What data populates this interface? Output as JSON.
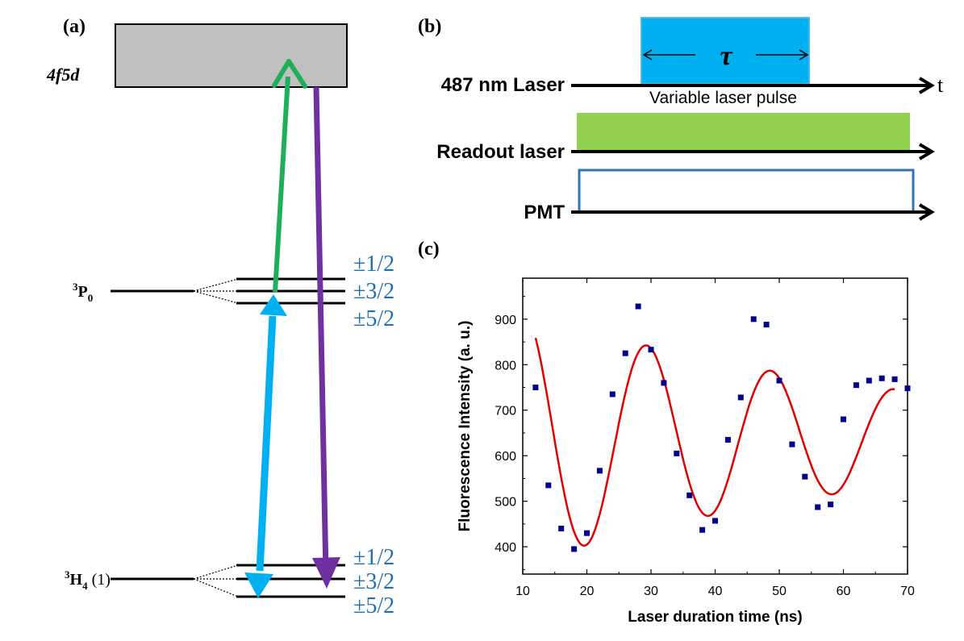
{
  "panel_a": {
    "label": "(a)",
    "band_label": "4f5d",
    "p0_label_main": "P",
    "p0_label_sup": "3",
    "p0_label_sub": "0",
    "h4_label_main": "H",
    "h4_label_sup": "3",
    "h4_label_sub": "4",
    "h4_label_suffix": " (1)",
    "p0_sublevels": [
      "±1/2",
      "±3/2",
      "±5/2"
    ],
    "h4_sublevels": [
      "±1/2",
      "±3/2",
      "±5/2"
    ],
    "colors": {
      "band": "#c0c0c0",
      "green_arrow": "#1fae5a",
      "purple_arrow": "#7030a0",
      "cyan_arrow": "#00b0f0",
      "sublevel_text": "#1f6fb0"
    }
  },
  "panel_b": {
    "label": "(b)",
    "rows": [
      {
        "label": "487 nm Laser"
      },
      {
        "label": "Readout laser"
      },
      {
        "label": "PMT"
      }
    ],
    "time_label": "t",
    "tau_label": "τ",
    "pulse_caption": "Variable laser pulse",
    "colors": {
      "laser_pulse": "#00b0f0",
      "readout": "#92d050",
      "pmt": "#2e75b6"
    }
  },
  "panel_c": {
    "label": "(c)"
  },
  "chart_data": {
    "type": "scatter",
    "xlabel": "Laser duration time (ns)",
    "ylabel": "Fluorescence Intensity (a. u.)",
    "xlim": [
      10,
      70
    ],
    "ylim": [
      340,
      990
    ],
    "xticks": [
      10,
      20,
      30,
      40,
      50,
      60,
      70
    ],
    "yticks": [
      400,
      500,
      600,
      700,
      800,
      900
    ],
    "series": [
      {
        "kind": "points",
        "color": "#00008b",
        "x": [
          12,
          14,
          16,
          18,
          20,
          22,
          24,
          26,
          28,
          30,
          32,
          34,
          36,
          38,
          40,
          42,
          44,
          46,
          48,
          50,
          52,
          54,
          56,
          58,
          60,
          62,
          64,
          66,
          68,
          70
        ],
        "y": [
          750,
          535,
          440,
          395,
          430,
          567,
          735,
          825,
          928,
          833,
          760,
          605,
          513,
          437,
          457,
          635,
          728,
          900,
          888,
          765,
          625,
          554,
          487,
          493,
          680,
          755,
          765,
          770,
          768,
          748
        ]
      },
      {
        "kind": "fit",
        "color": "#e00000",
        "x_start": 12,
        "x_end": 68,
        "offset": 640,
        "amplitude": 270,
        "decay_ns": 60,
        "period_ns": 19.3,
        "phase_rad": -1.71
      }
    ]
  }
}
